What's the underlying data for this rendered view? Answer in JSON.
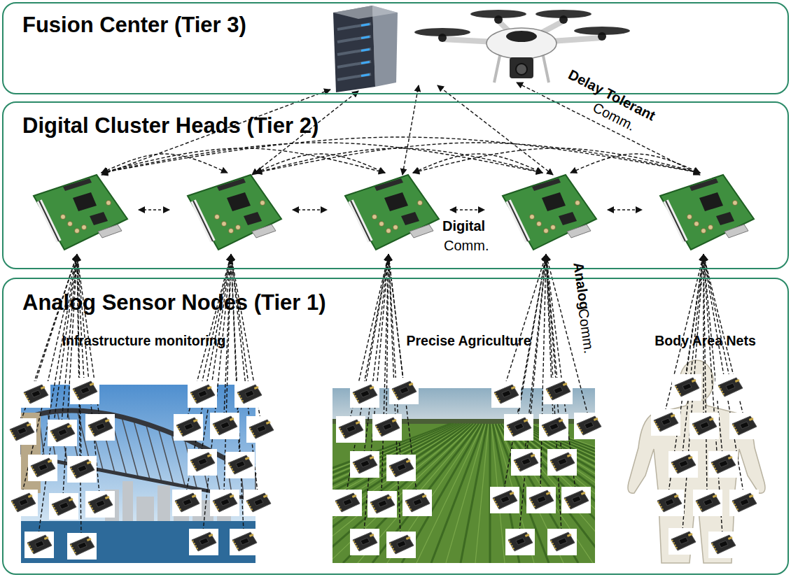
{
  "diagram": {
    "nodes": [
      {
        "text": [
          "Fusion Center (Tier 3)"
        ]
      },
      {
        "text": [
          "Digital Cluster Heads (Tier 2)"
        ]
      },
      {
        "text": [
          "Analog Sensor Nodes (Tier 1)"
        ]
      },
      {
        "text": [
          "Infrastructure monitoring"
        ],
        "in": 2
      },
      {
        "text": [
          "Precise Agriculture"
        ],
        "in": 2
      },
      {
        "text": [
          "Body Area Nets"
        ],
        "in": 2
      }
    ],
    "labels": [
      "Delay Tolerant",
      "Comm.",
      "Digital",
      "Comm.",
      "Analog",
      "Comm."
    ]
  }
}
